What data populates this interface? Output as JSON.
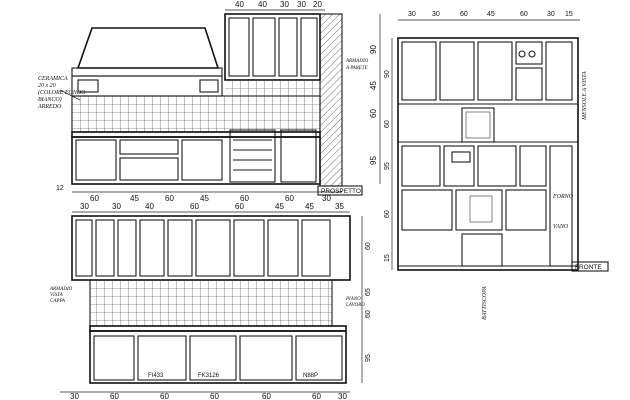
{
  "drawing": {
    "top_view": {
      "label": "PROSPETTO",
      "notes": [
        "CERAMICA",
        "20 x 20",
        "(COLORE FONDO",
        "BIANCO)",
        "ARREDO"
      ],
      "side_note": [
        "ARMADIO",
        "A PARETE"
      ],
      "dims_top": [
        "40",
        "40",
        "30",
        "30",
        "20"
      ],
      "dims_bottom": [
        "60",
        "45",
        "60",
        "45",
        "60",
        "60",
        "30"
      ],
      "dims_left": [
        "90",
        "45",
        "60",
        "95"
      ],
      "dim_left_small": "12"
    },
    "bottom_view": {
      "notes_left": [
        "ARMADIO",
        "VISTA",
        "CAPPA"
      ],
      "note_right": [
        "PIANO",
        "LAVORO"
      ],
      "appliance_labels": [
        "FI433",
        "FK3126",
        "N88P"
      ],
      "dims_top": [
        "30",
        "30",
        "40",
        "60",
        "60",
        "45",
        "45",
        "35"
      ],
      "dims_bottom": [
        "30",
        "60",
        "60",
        "60",
        "60",
        "60",
        "30"
      ],
      "dims_right": [
        "60",
        "65",
        "60",
        "95"
      ]
    },
    "right_view": {
      "label": "FRONTE",
      "dims_top": [
        "30",
        "30",
        "60",
        "45",
        "60",
        "30",
        "15"
      ],
      "dims_left": [
        "90",
        "60",
        "95",
        "60",
        "15"
      ],
      "side_note": [
        "MENSOLE A VISTA"
      ],
      "oven_labels": [
        "FORNO",
        "VANO"
      ],
      "bottom_note": [
        "BATTISCOPA"
      ]
    }
  }
}
